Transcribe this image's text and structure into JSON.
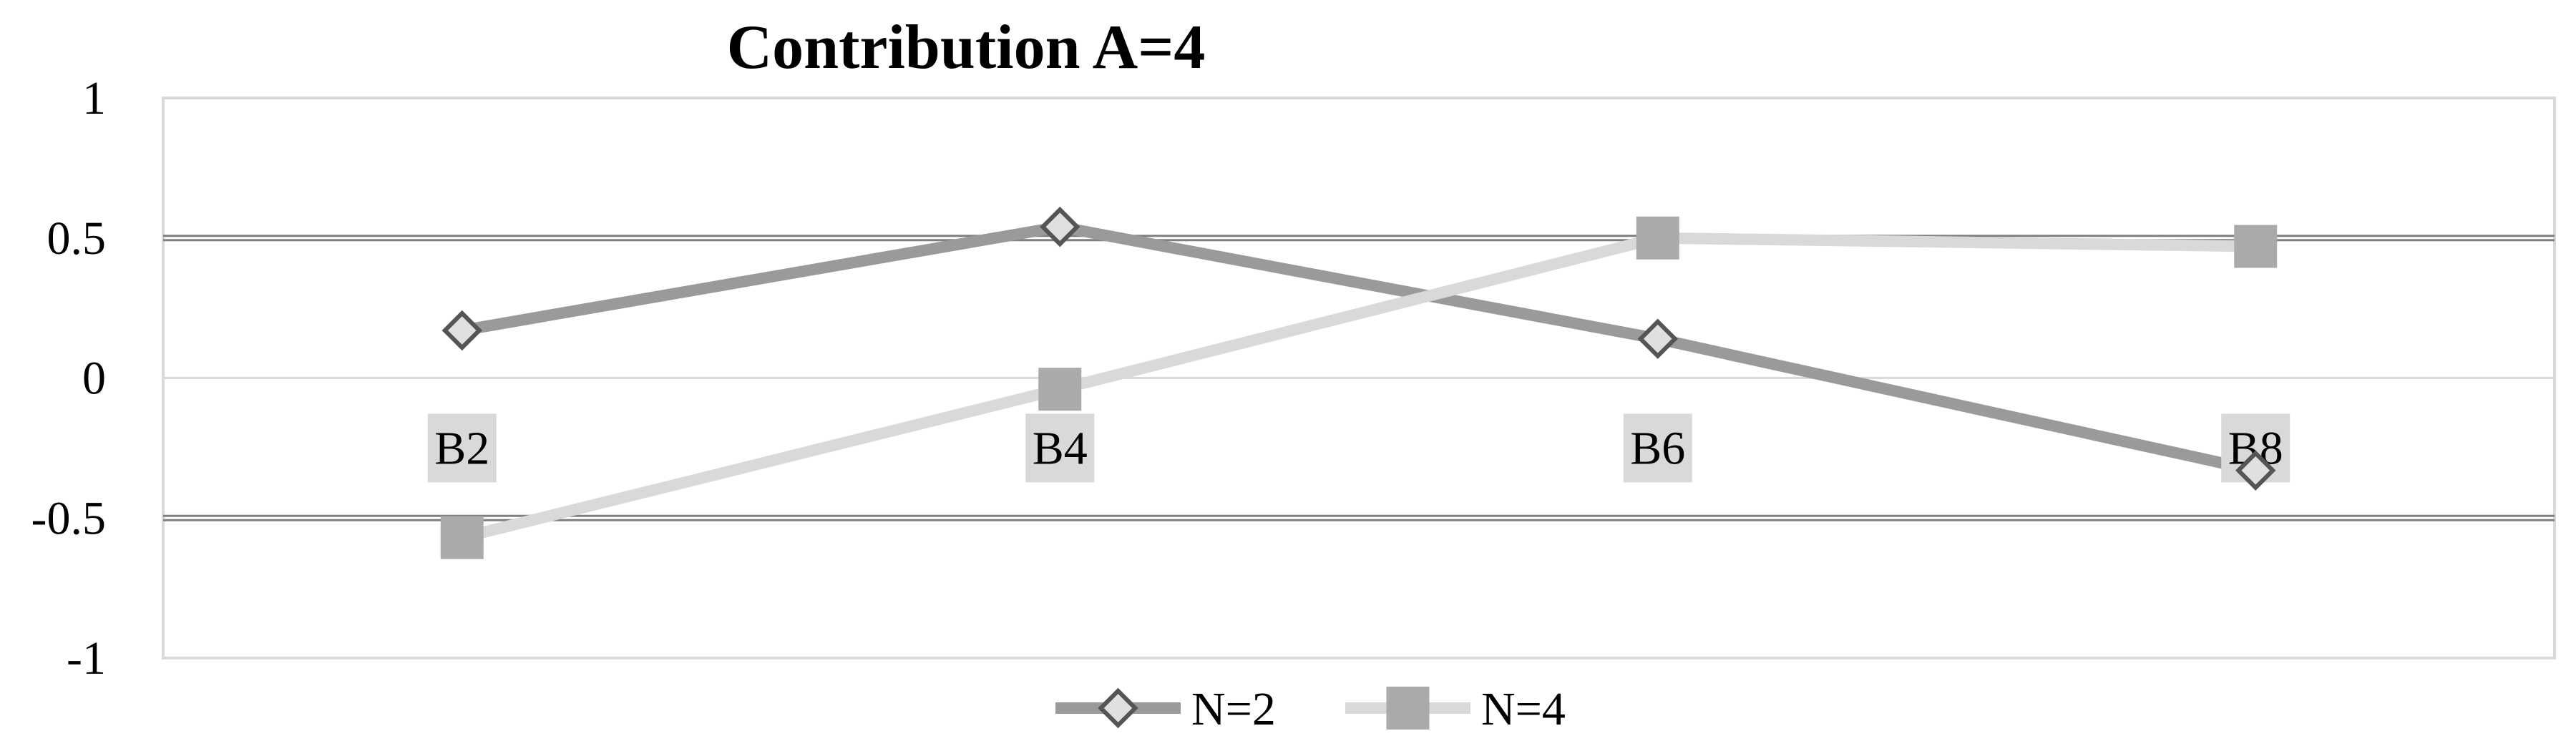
{
  "chart_data": {
    "type": "line",
    "title": "Contribution A=4",
    "categories": [
      "B2",
      "B4",
      "B6",
      "B8"
    ],
    "ylim": [
      -1,
      1
    ],
    "yticks": [
      "1",
      "0.5",
      "0",
      "-0.5",
      "-1"
    ],
    "ytick_values": [
      1,
      0.5,
      0,
      -0.5,
      -1
    ],
    "series": [
      {
        "name": "N=2",
        "values": [
          0.17,
          0.54,
          0.14,
          -0.33
        ],
        "marker": "diamond",
        "color": "#9a9a9a"
      },
      {
        "name": "N=4",
        "values": [
          -0.57,
          -0.04,
          0.5,
          0.47
        ],
        "marker": "square",
        "color": "#d9d9d9"
      }
    ],
    "grid": true,
    "legend_position": "bottom"
  }
}
